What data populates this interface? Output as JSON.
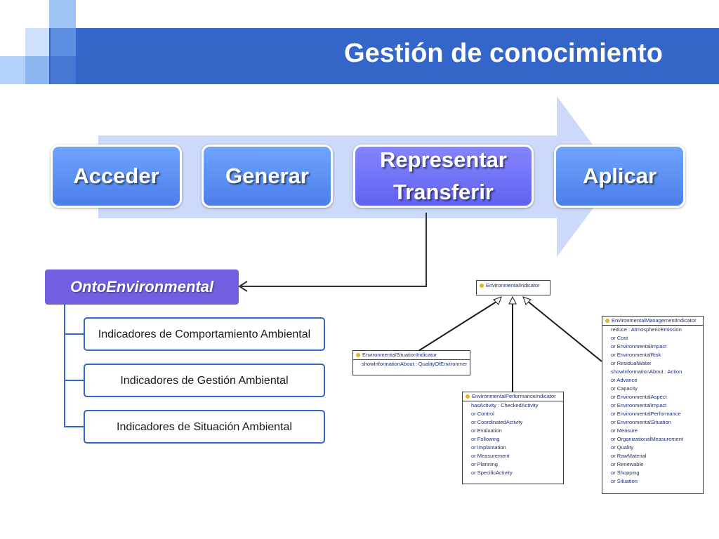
{
  "title": "Gestión de conocimiento",
  "steps": {
    "acceder": "Acceder",
    "generar": "Generar",
    "representar_1": "Representar",
    "representar_2": "Transferir",
    "aplicar": "Aplicar"
  },
  "onto": {
    "label": "OntoEnvironmental",
    "items": [
      "Indicadores de Comportamiento Ambiental",
      "Indicadores de Gestión  Ambiental",
      "Indicadores de Situación Ambiental"
    ]
  },
  "uml": {
    "root": {
      "name": "EnvironmentalIndicator"
    },
    "situation": {
      "name": "EnvironmentalSituationIndicator",
      "rows": [
        "showInformationAbout : QualityOfEnvironment"
      ]
    },
    "performance": {
      "name": "EnvironmentalPerformanceIndicator",
      "rows": [
        "hasActivity : CheckedActivity",
        "or Control",
        "or CoordinatedActivity",
        "or Evaluation",
        "or Following",
        "or Implantation",
        "or Measurement",
        "or Planning",
        "or SpecificActivity"
      ]
    },
    "management": {
      "name": "EnvironmentalManagementIndicator",
      "rows": [
        "reduce : AtmosphericEmission",
        "or Cost",
        "or EnvironmentalImpact",
        "or EnvironmentalRisk",
        "or ResidualWater",
        "showInformationAbout : Action",
        "or Advance",
        "or Capacity",
        "or EnvironmentalAspect",
        "or EnvironmentalImpact",
        "or EnvironmentalPerformance",
        "or EnvironmentalSituation",
        "or Measure",
        "or OrganizationalMeasurement",
        "or Quality",
        "or RawMaterial",
        "or Renewable",
        "or Shopping",
        "or Situation"
      ]
    }
  },
  "colors": {
    "header": "#3465c9",
    "step": "#5b8ef5",
    "step_highlight": "#7272f8",
    "onto": "#6e60e0",
    "arrow": "#ccd9fb"
  }
}
